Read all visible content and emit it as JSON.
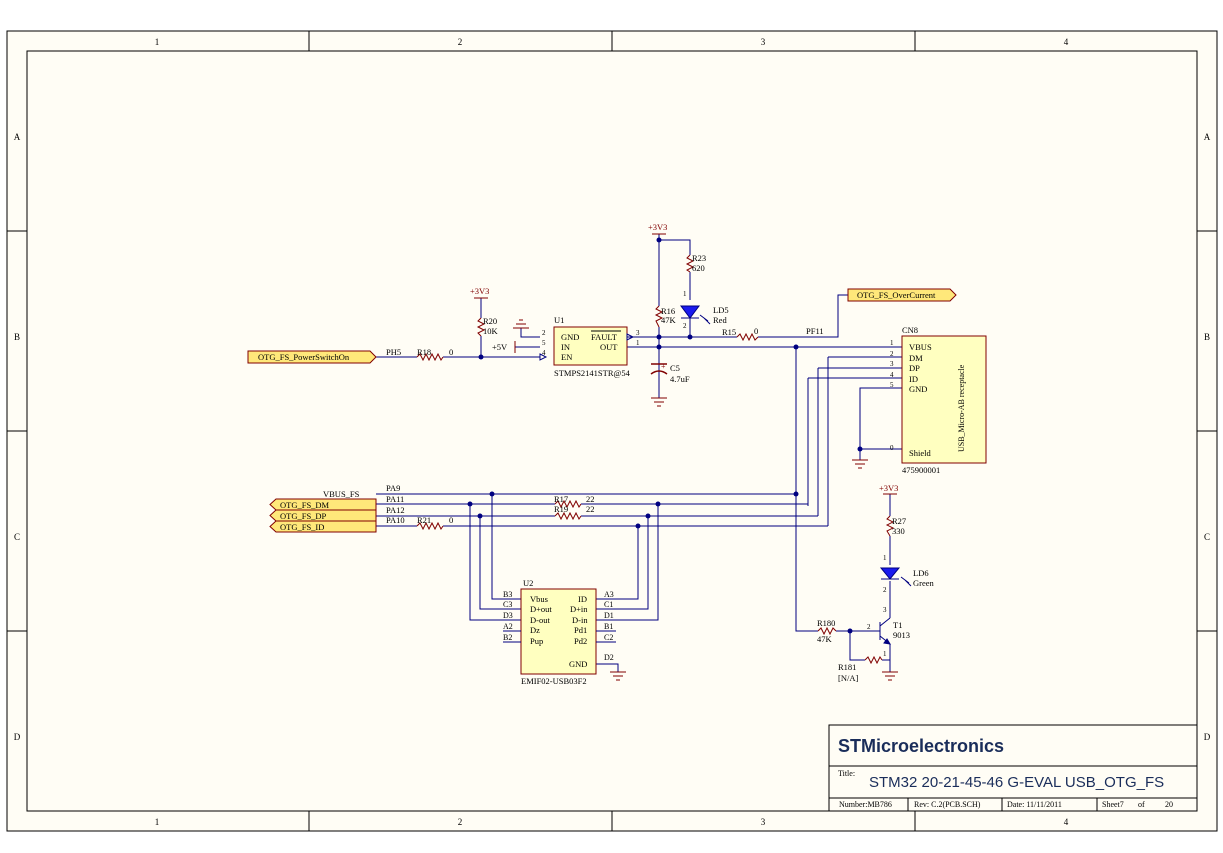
{
  "colors": {
    "paper": "#fffdf5",
    "wire": "#000080",
    "part_line": "#800000",
    "part_fill": "#ffffc0",
    "label_text": "#000000",
    "port_fill": "#ffe87a",
    "led_fill": "#1a1aee",
    "frame": "#000000"
  },
  "frame": {
    "columns": [
      "1",
      "2",
      "3",
      "4"
    ],
    "rows": [
      "A",
      "B",
      "C",
      "D"
    ]
  },
  "title_block": {
    "company": "STMicroelectronics",
    "title_label": "Title:",
    "title": "STM32 20-21-45-46 G-EVAL USB_OTG_FS",
    "number": "Number:MB786",
    "rev": "Rev:  C.2(PCB.SCH)",
    "date": "Date: 11/11/2011",
    "sheet": "Sheet7",
    "of": "of",
    "total": "20"
  },
  "ports": {
    "power_switch": "OTG_FS_PowerSwitchOn",
    "over_current": "OTG_FS_OverCurrent",
    "dm": "OTG_FS_DM",
    "dp": "OTG_FS_DP",
    "id": "OTG_FS_ID"
  },
  "nets": {
    "ph5": "PH5",
    "pf11": "PF11",
    "vbus_fs": "VBUS_FS",
    "pa9": "PA9",
    "pa11": "PA11",
    "pa12": "PA12",
    "pa10": "PA10"
  },
  "power": {
    "r20_rail": "+3V3",
    "u1_in": "+5V",
    "led5_rail": "+3V3",
    "led6_rail": "+3V3"
  },
  "u1": {
    "ref": "U1",
    "part": "STMPS2141STR@54",
    "pins_left": [
      "GND",
      "IN",
      "EN"
    ],
    "pin_nums_left": [
      "2",
      "5",
      "4"
    ],
    "pins_right": [
      "FAULT",
      "OUT"
    ],
    "pin_nums_right": [
      "3",
      "1"
    ]
  },
  "u2": {
    "ref": "U2",
    "part": "EMIF02-USB03F2",
    "pins_left": [
      "Vbus",
      "D+out",
      "D-out",
      "Dz",
      "Pup"
    ],
    "balls_left": [
      "B3",
      "C3",
      "D3",
      "A2",
      "B2"
    ],
    "pins_right": [
      "ID",
      "D+in",
      "D-in",
      "Pd1",
      "Pd2",
      "GND"
    ],
    "balls_right": [
      "A3",
      "C1",
      "D1",
      "B1",
      "C2",
      "D2"
    ]
  },
  "cn8": {
    "ref": "CN8",
    "part": "475900001",
    "desc": "USB_Micro-AB receptacle",
    "pins": [
      "VBUS",
      "DM",
      "DP",
      "ID",
      "GND"
    ],
    "pin_nums": [
      "1",
      "2",
      "3",
      "4",
      "5"
    ],
    "shield": "Shield",
    "shield_num": "0"
  },
  "resistors": {
    "r18": {
      "ref": "R18",
      "value": "0"
    },
    "r20": {
      "ref": "R20",
      "value": "10K"
    },
    "r16": {
      "ref": "R16",
      "value": "47K"
    },
    "r23": {
      "ref": "R23",
      "value": "620"
    },
    "r15": {
      "ref": "R15",
      "value": "0"
    },
    "r17": {
      "ref": "R17",
      "value": "22"
    },
    "r19": {
      "ref": "R19",
      "value": "22"
    },
    "r21": {
      "ref": "R21",
      "value": "0"
    },
    "r27": {
      "ref": "R27",
      "value": "330"
    },
    "r180": {
      "ref": "R180",
      "value": "47K"
    },
    "r181": {
      "ref": "R181",
      "value": "[N/A]"
    }
  },
  "c5": {
    "ref": "C5",
    "value": "4.7uF"
  },
  "ld5": {
    "ref": "LD5",
    "color": "Red",
    "pin1": "1",
    "pin2": "2"
  },
  "ld6": {
    "ref": "LD6",
    "color": "Green",
    "pin1": "1",
    "pin2": "2"
  },
  "t1": {
    "ref": "T1",
    "part": "9013",
    "pin_b": "2",
    "pin_c": "3",
    "pin_e": "1"
  }
}
